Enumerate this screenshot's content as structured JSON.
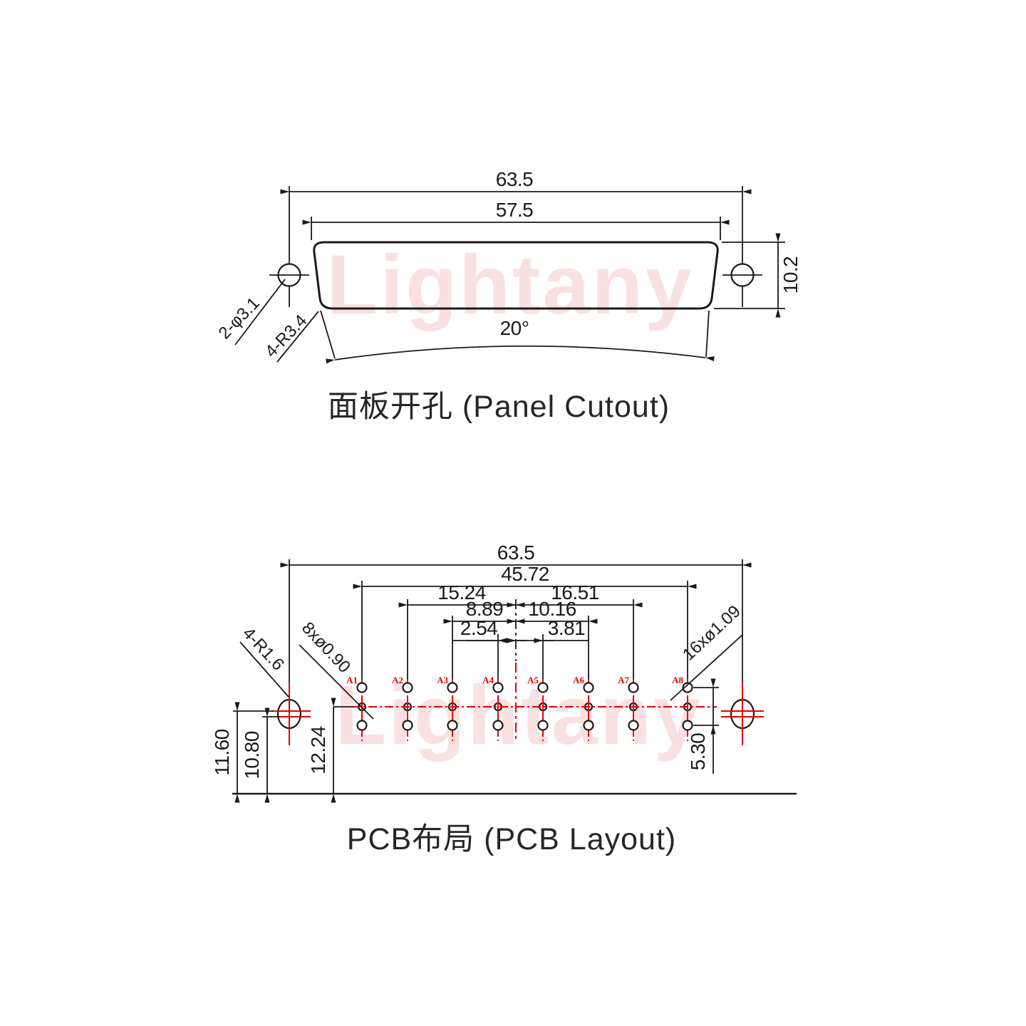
{
  "watermark": {
    "text": "Lightany"
  },
  "panel": {
    "title": "面板开孔 (Panel Cutout)",
    "dim_overall": "63.5",
    "dim_cutout_width": "57.5",
    "dim_height": "10.2",
    "dim_angle": "20°",
    "label_holes": "2-φ3.1",
    "label_radius": "4-R3.4"
  },
  "pcb": {
    "title": "PCB布局 (PCB Layout)",
    "dim_mount_span": "63.5",
    "dim_pin_span": "45.72",
    "dim_a2": "15.24",
    "dim_a7": "16.51",
    "dim_a3": "8.89",
    "dim_a6": "10.16",
    "dim_a4": "2.54",
    "dim_a5": "3.81",
    "dim_mount_h1": "11.60",
    "dim_mount_h2": "10.80",
    "dim_row_h": "12.24",
    "dim_shield_span": "5.30",
    "label_mount_radius": "4-R1.6",
    "label_signal_holes": "8xø0.90",
    "label_shield_holes": "16xø1.09",
    "pin_labels": [
      "A1",
      "A2",
      "A3",
      "A4",
      "A5",
      "A6",
      "A7",
      "A8"
    ]
  },
  "colors": {
    "red": "#e60000",
    "line": "#1a1a1a",
    "watermark_pink": "#f5c9c9"
  }
}
